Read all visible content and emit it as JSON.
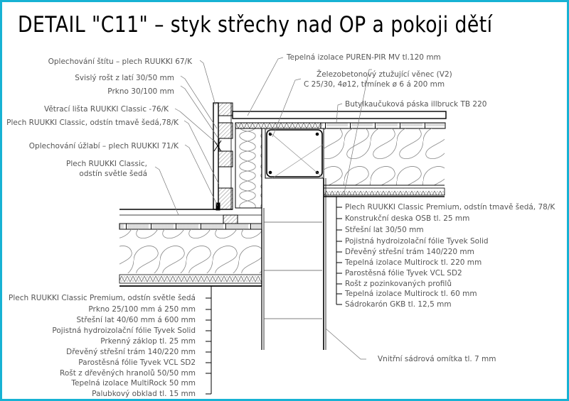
{
  "title": "DETAIL \"C11\" – styk střechy nad OP a pokoji dětí",
  "colors": {
    "border": "#17b2d4",
    "line": "#000000",
    "label": "#555555",
    "leader": "#777777"
  },
  "labels_top_left": [
    "Oplechování štítu – plech RUUKKI 67/K",
    "Svislý rošt z latí 30/50 mm",
    "Prkno 30/100 mm",
    "Větrací lišta RUUKKI Classic  -76/K",
    "Plech RUUKKI Classic, odstín tmavě šedá,78/K",
    "Oplechování úžlabí – plech RUUKKI 71/K",
    "Plech RUUKKI Classic,",
    "odstín světle šedá"
  ],
  "labels_top_right": [
    "Tepelná izolace PUREN-PIR MV tl.120 mm",
    "Železobetonový ztužující věnec (V2)",
    "C 25/30, 4ø12, třmínek ø 6 á 200 mm",
    "Butylkaučuková páska illbruck TB 220"
  ],
  "labels_right_stack": [
    "Plech RUUKKI Classic Premium, odstín tmavě šedá, 78/K",
    "Konstrukční deska OSB tl. 25 mm",
    "Střešní lat 30/50 mm",
    "Pojistná hydroizolační fólie Tyvek Solid",
    "Dřevěný střešní trám 140/220 mm",
    "Tepelná izolace Multirock tl. 220 mm",
    "Parostěsná fólie Tyvek VCL SD2",
    "Rošt z pozinkovaných profilů",
    "Tepelná izolace Multirock tl. 60 mm",
    "Sádrokarón GKB tl. 12,5 mm"
  ],
  "labels_left_stack": [
    "Plech RUUKKI Classic Premium, odstín světle šedá",
    "Prkno 25/100 mm á 250 mm",
    "Střešní lat 40/60 mm á 600 mm",
    "Pojistná hydroizolační fólie Tyvek Solid",
    "Prkenný záklop tl. 25 mm",
    "Dřevěný střešní trám 140/220 mm",
    "Parostěsná fólie Tyvek VCL SD2",
    "Rošt z dřevěných hranolů 50/50 mm",
    "Tepelná izolace MultiRock 50 mm",
    "Palubkový obklad tl. 15 mm"
  ],
  "label_bottom": "Vnitřní sádrová omítka tl. 7 mm"
}
